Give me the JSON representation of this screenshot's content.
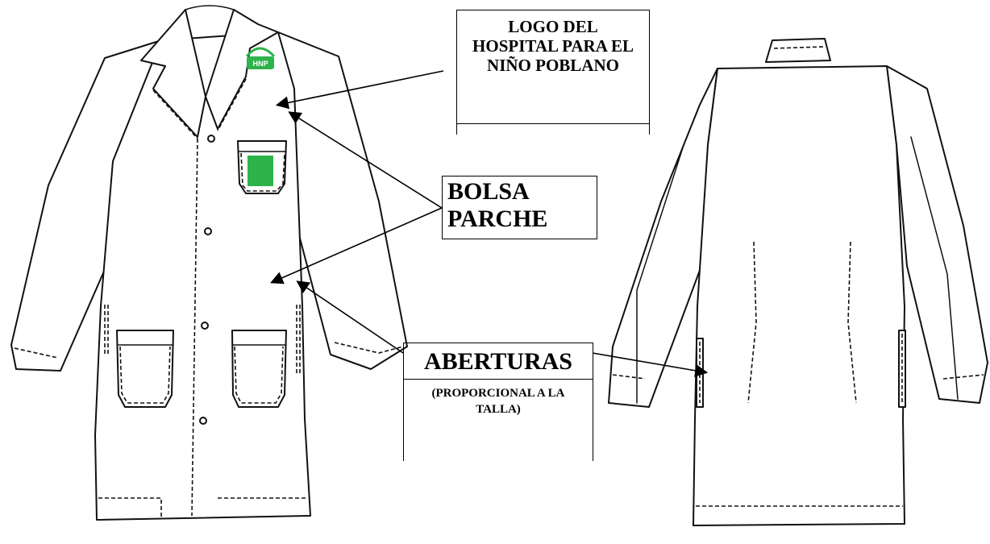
{
  "labels": {
    "logo": "LOGO DEL HOSPITAL PARA EL NIÑO POBLANO",
    "pocket": "BOLSA PARCHE",
    "openings": "ABERTURAS",
    "openings_note": "(PROPORCIONAL A LA TALLA)"
  },
  "logo_badge": {
    "text": "HNP"
  },
  "colors": {
    "line": "#111111",
    "pocket_fill": "#2db34a",
    "logo_green": "#2db34a",
    "background": "#ffffff"
  }
}
